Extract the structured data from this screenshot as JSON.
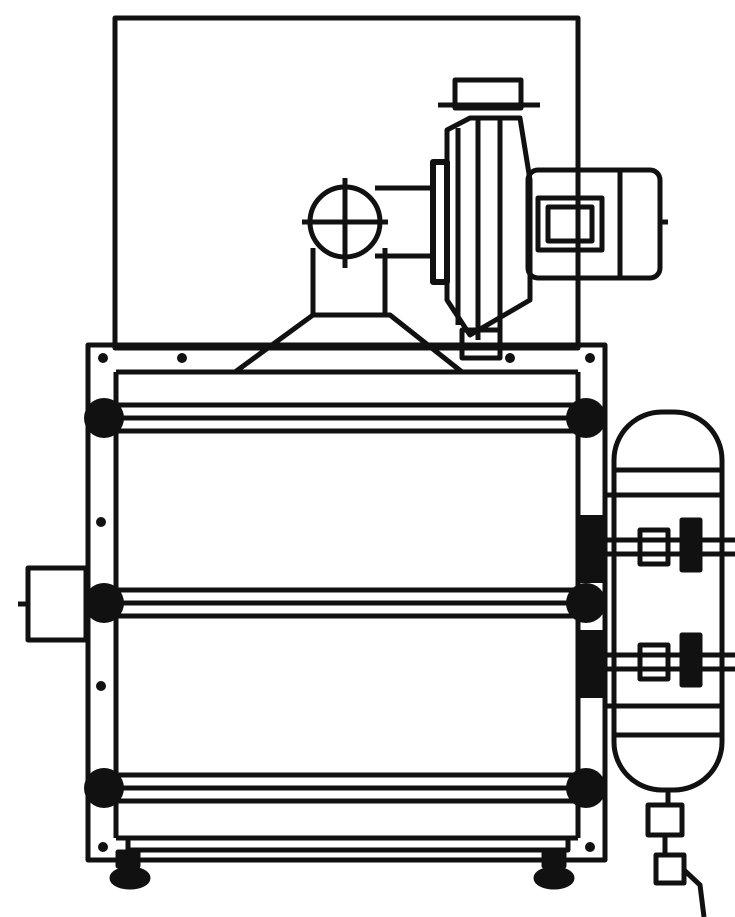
{
  "drawing": {
    "line_color": "#111111",
    "background_color": "#ffffff",
    "components": [
      "back-panel",
      "blower-fan",
      "fan-motor",
      "duct-elbow",
      "hopper-cone",
      "main-frame",
      "roller",
      "roller-bearing",
      "side-inlet-stub",
      "pressure-tank",
      "tank-valve",
      "bottom-rail",
      "leveling-foot",
      "drain-fitting"
    ]
  }
}
